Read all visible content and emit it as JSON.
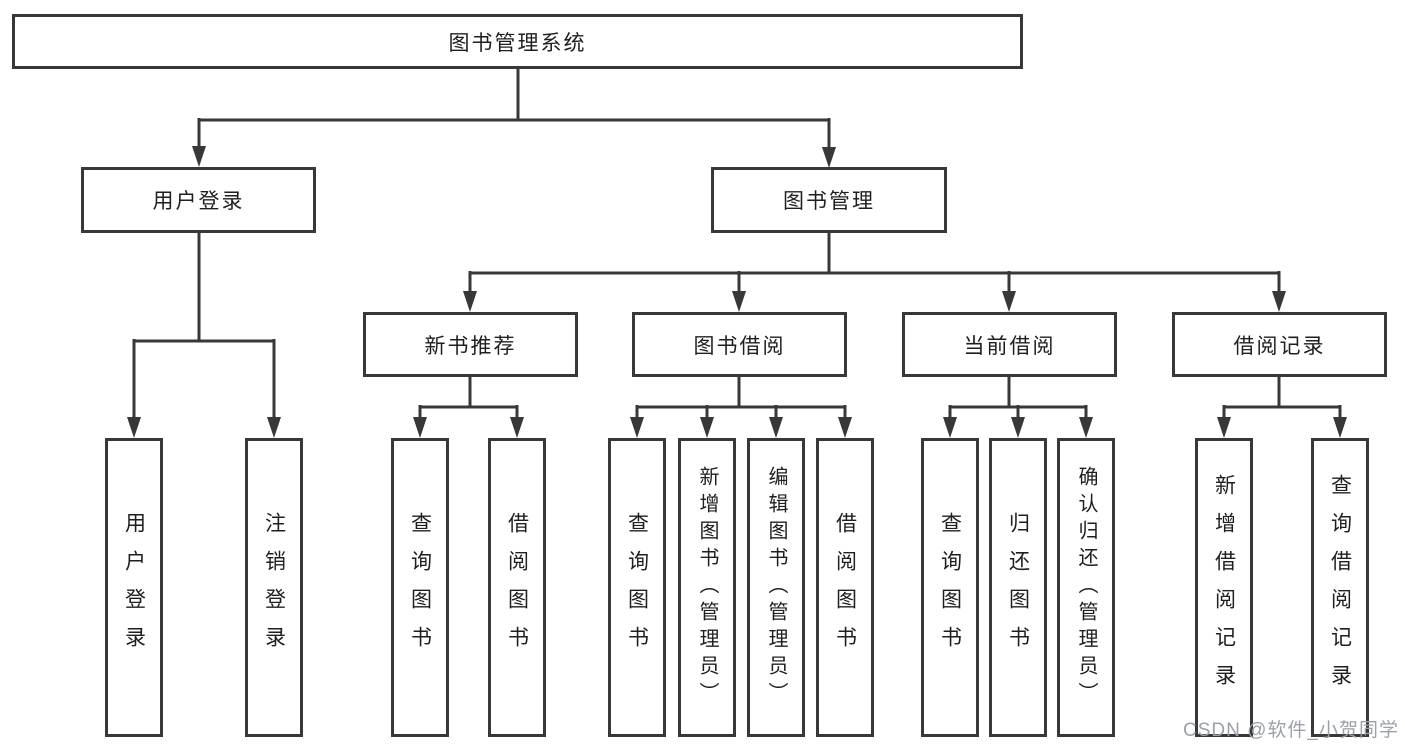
{
  "tree": {
    "root": {
      "label": "图书管理系统",
      "children": [
        {
          "label": "用户登录",
          "children": [
            {
              "label": "用户登录"
            },
            {
              "label": "注销登录"
            }
          ]
        },
        {
          "label": "图书管理",
          "children": [
            {
              "label": "新书推荐",
              "children": [
                {
                  "label": "查询图书"
                },
                {
                  "label": "借阅图书"
                }
              ]
            },
            {
              "label": "图书借阅",
              "children": [
                {
                  "label": "查询图书"
                },
                {
                  "label": "新增图书（管理员）"
                },
                {
                  "label": "编辑图书（管理员）"
                },
                {
                  "label": "借阅图书"
                }
              ]
            },
            {
              "label": "当前借阅",
              "children": [
                {
                  "label": "查询图书"
                },
                {
                  "label": "归还图书"
                },
                {
                  "label": "确认归还（管理员）"
                }
              ]
            },
            {
              "label": "借阅记录",
              "children": [
                {
                  "label": "新增借阅记录"
                },
                {
                  "label": "查询借阅记录"
                }
              ]
            }
          ]
        }
      ]
    }
  },
  "watermark": {
    "text": "CSDN @软件_小贺同学"
  },
  "colors": {
    "line": "#383838",
    "box_border": "#383838",
    "box_fill": "#ffffff",
    "text": "#1f1f1f",
    "watermark": "#9ba1a8",
    "background": "#ffffff"
  }
}
